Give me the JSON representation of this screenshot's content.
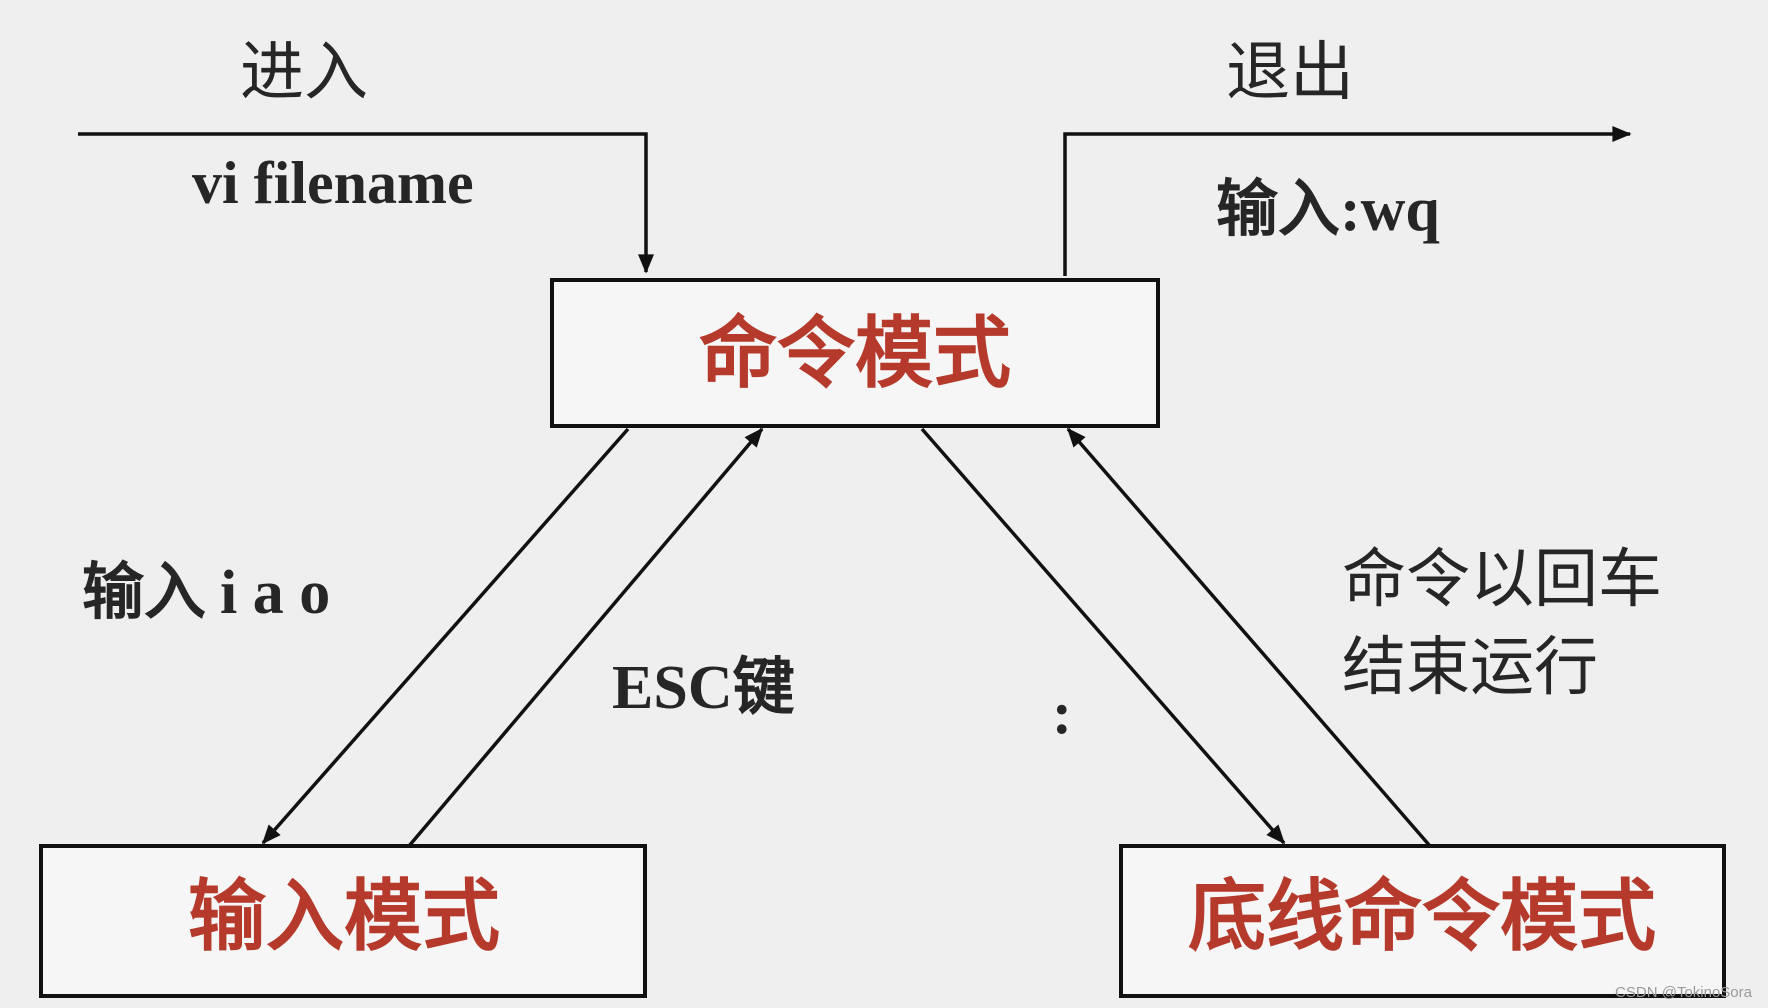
{
  "nodes": {
    "command_mode": "命令模式",
    "insert_mode": "输入模式",
    "last_line_mode": "底线命令模式"
  },
  "edges": {
    "enter_title": "进入",
    "enter_command": "vi filename",
    "exit_title": "退出",
    "exit_command_prefix": "输入",
    "exit_command": ":wq",
    "to_insert_prefix": "输入",
    "to_insert_keys": "i a o",
    "to_command_from_insert": "ESC",
    "to_command_from_insert_suffix": "键",
    "to_last_line": ":",
    "to_command_from_last_line_line1": "命令以回车",
    "to_command_from_last_line_line2": "结束运行"
  },
  "footer": {
    "watermark": "CSDN @TokinoSora"
  },
  "colors": {
    "mode_text": "#b53a2c",
    "line": "#111111",
    "background": "#efefef"
  }
}
